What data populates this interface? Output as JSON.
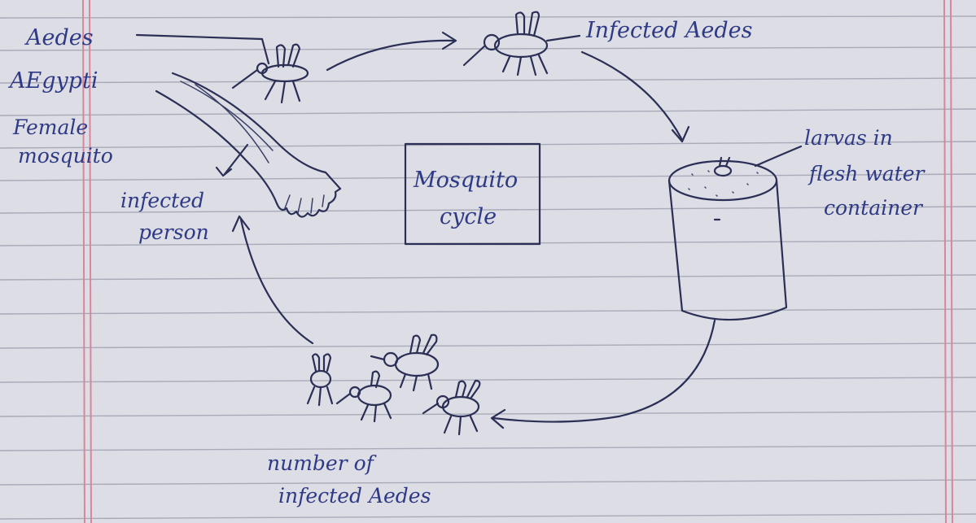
{
  "title": "Mosquito cycle",
  "labels": {
    "aedes": "Aedes",
    "aegypti": "AEgypti",
    "female": "Female",
    "mosquito": "mosquito",
    "infected_person_1": "infected",
    "infected_person_2": "person",
    "infected_aedes": "Infected Aedes",
    "larvae_1": "larvas in",
    "larvae_2": "flesh water",
    "larvae_3": "container",
    "number_1": "number of",
    "number_2": "infected   Aedes"
  },
  "colors": {
    "paper": "#dcdde5",
    "ink": "#2b2f55",
    "handwriting": "#2f3a86",
    "ruled_line": "#a9aab8",
    "margin_line": "#d9869a"
  }
}
